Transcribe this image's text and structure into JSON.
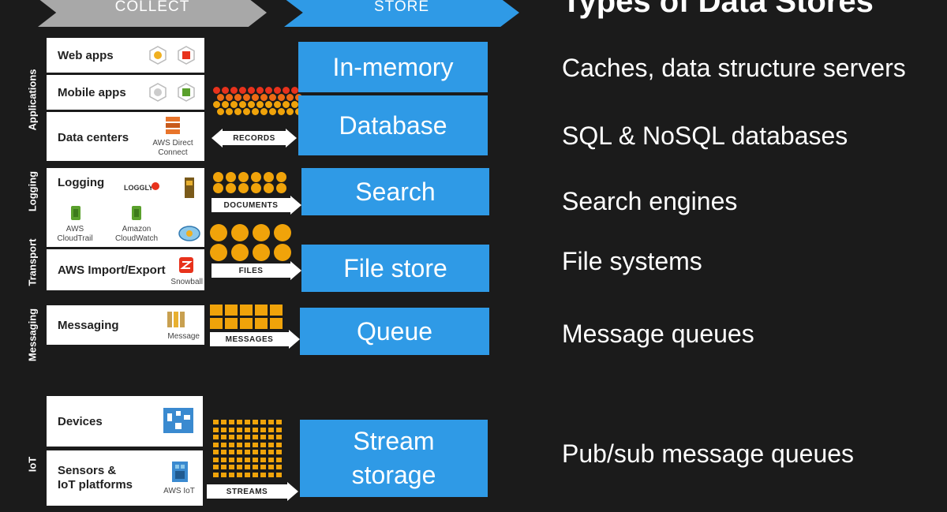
{
  "header": {
    "collect_label": "COLLECT",
    "store_label": "STORE",
    "title": "Types of Data Stores"
  },
  "side_labels": {
    "applications": "Applications",
    "logging": "Logging",
    "transport": "Transport",
    "messaging": "Messaging",
    "iot": "IoT"
  },
  "collect": {
    "web_apps": "Web apps",
    "mobile_apps": "Mobile apps",
    "data_centers": "Data centers",
    "direct_connect": "AWS Direct Connect",
    "logging": "Logging",
    "cloudtrail": "AWS CloudTrail",
    "cloudwatch": "Amazon CloudWatch",
    "import_export": "AWS Import/Export",
    "snowball": "Snowball",
    "messaging": "Messaging",
    "message": "Message",
    "devices": "Devices",
    "sensors": "Sensors & IoT platforms",
    "aws_iot": "AWS IoT"
  },
  "arrows": {
    "records": "RECORDS",
    "documents": "DOCUMENTS",
    "files": "FILES",
    "messages": "MESSAGES",
    "streams": "STREAMS"
  },
  "stores": {
    "in_memory": "In-memory",
    "database": "Database",
    "search": "Search",
    "file_store": "File store",
    "queue": "Queue",
    "stream_storage": "Stream storage"
  },
  "descriptions": {
    "in_memory": "Caches, data structure servers",
    "database": "SQL & NoSQL databases",
    "search": "Search engines",
    "file_store": "File systems",
    "queue": "Message queues",
    "stream_storage": "Pub/sub message queues"
  },
  "colors": {
    "store_blue": "#2f9ae6",
    "collect_gray": "#a8a8a8",
    "data_orange": "#f0a30a",
    "data_red": "#e8321c",
    "aws_orange": "#e8742a",
    "aws_green": "#5aa02c"
  }
}
